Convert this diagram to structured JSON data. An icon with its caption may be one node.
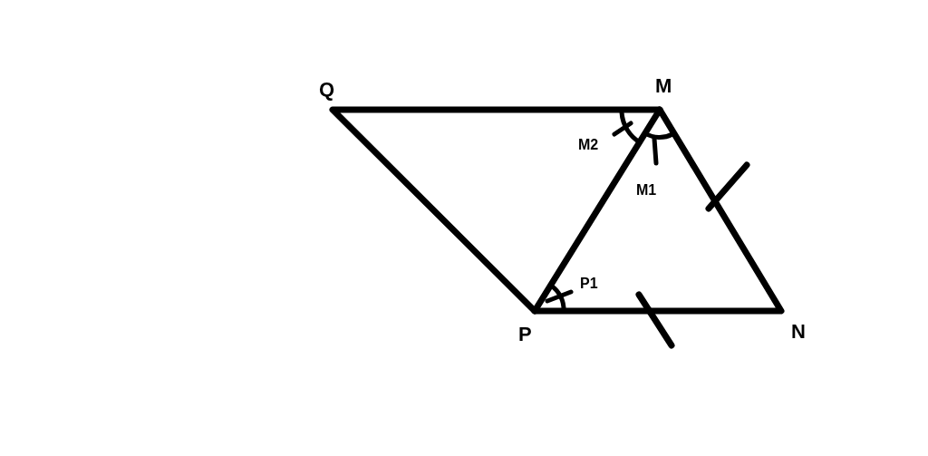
{
  "diagram": {
    "labels": [
      "Q",
      "M",
      "M2",
      "M1",
      "P1",
      "P",
      "N"
    ]
  }
}
